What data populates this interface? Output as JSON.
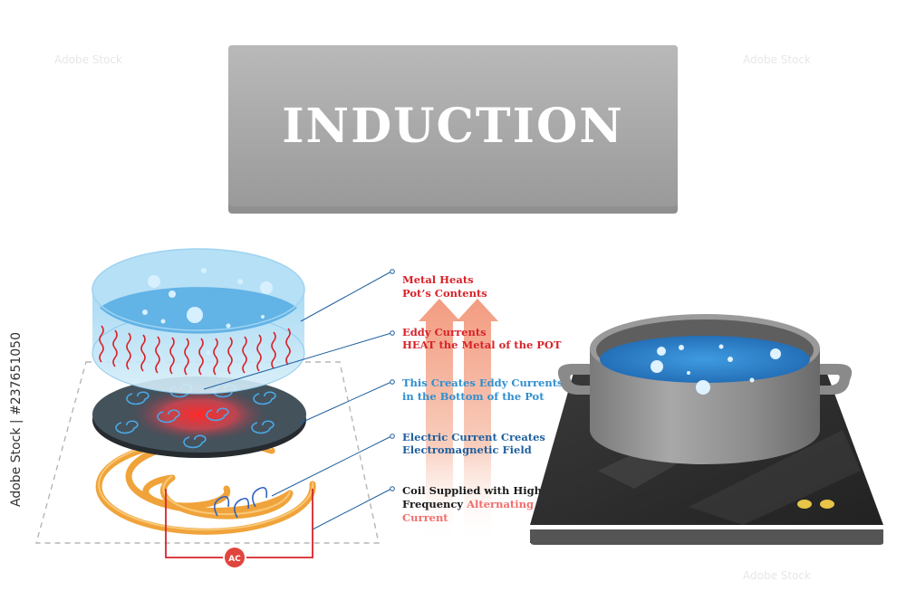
{
  "title": "INDUCTION",
  "side_text": "Adobe Stock | #237651050",
  "labels": {
    "metal_heats": [
      "Metal Heats",
      "Pot’s Contents"
    ],
    "eddy_currents": [
      "Eddy Currents",
      "HEAT the Metal  of the POT"
    ],
    "creates_eddy": [
      "This Creates Eddy Currents",
      "in the Bottom of the Pot"
    ],
    "electric_current": [
      "Electric Current Creates",
      "Electromagnetic Field"
    ],
    "coil_line1": "Coil Supplied with High",
    "coil_line2_a": "Frequency ",
    "coil_line2_b": "Alternating",
    "coil_line3": "Current"
  },
  "ac_label": "AC",
  "colors": {
    "red": "#d8232a",
    "blue": "#2f8fd0",
    "dark_blue": "#1f5f9e",
    "orange": "#f0a33a",
    "black": "#1a1a1a"
  }
}
